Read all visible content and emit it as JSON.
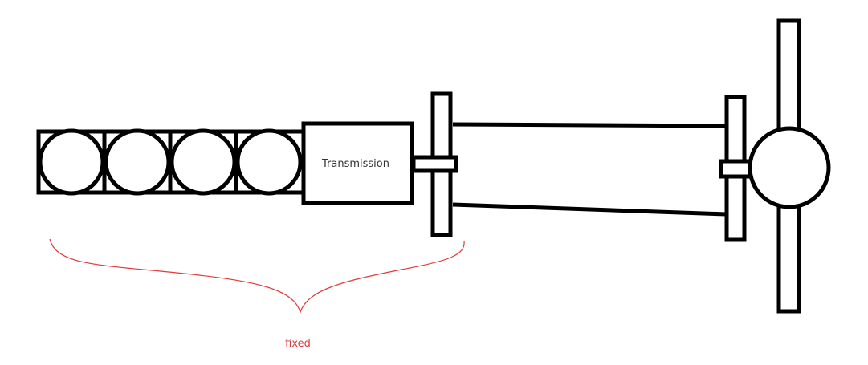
{
  "diagram": {
    "transmission_label": "Transmission",
    "fixed_label": "fixed",
    "cylinder_count": 4,
    "colors": {
      "line": "#000000",
      "annotation": "#e03a3a",
      "background": "#ffffff"
    }
  }
}
